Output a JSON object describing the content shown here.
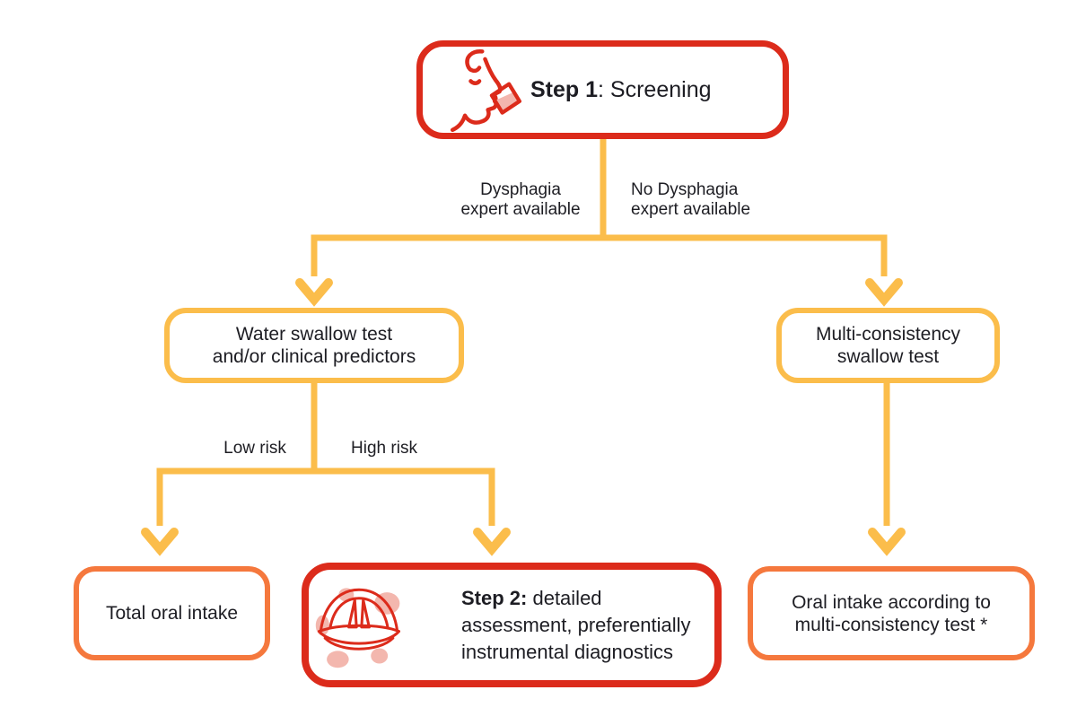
{
  "colors": {
    "node_red_border": "#dc2b1b",
    "node_yellow_border": "#fbbd4b",
    "node_orange_border": "#f5783d",
    "connector_yellow": "#fbbd4b",
    "icon_pink": "#f2aba1",
    "text": "#1d1d23",
    "background": "#ffffff"
  },
  "icons": {
    "step1": "person-drinking-icon",
    "step2": "larynx-endoscopy-icon"
  },
  "nodes": {
    "step1": {
      "title_bold": "Step 1",
      "title_rest": ": Screening"
    },
    "water": {
      "line1": "Water swallow test",
      "line2": "and/or clinical predictors"
    },
    "multi": {
      "line1": "Multi-consistency",
      "line2": "swallow test"
    },
    "total_oral": {
      "label": "Total oral intake"
    },
    "step2": {
      "title_bold": "Step 2:",
      "title_rest": " detailed assessment, preferentially instrumental diagnostics"
    },
    "oral_intake": {
      "line1": "Oral intake according to",
      "line2": "multi-consistency test *"
    }
  },
  "edge_labels": {
    "expert": {
      "line1": "Dysphagia",
      "line2": "expert available"
    },
    "no_expert": {
      "line1": "No Dysphagia",
      "line2": "expert available"
    },
    "low_risk": "Low risk",
    "high_risk": "High risk"
  }
}
